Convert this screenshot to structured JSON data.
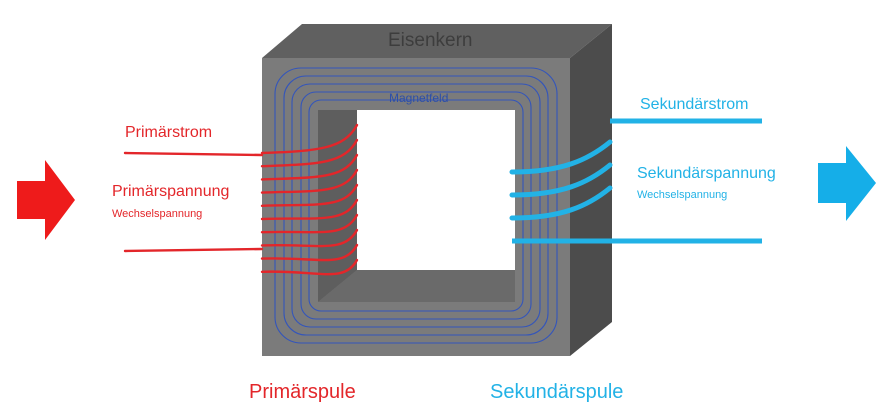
{
  "labels": {
    "core": "Eisenkern",
    "magnetic_field": "Magnetfeld",
    "primary_current": "Primärstrom",
    "primary_voltage": "Primärspannung",
    "primary_ac": "Wechselspannung",
    "secondary_current": "Sekundärstrom",
    "secondary_voltage": "Sekundärspannung",
    "secondary_ac": "Wechselspannung",
    "primary_coil": "Primärspule",
    "secondary_coil": "Sekundärspule"
  },
  "colors": {
    "primary": "#e3262a",
    "secondary": "#22b2e6",
    "core_front": "#7b7b7b",
    "core_top": "#606060",
    "core_side": "#4c4c4c",
    "field_lines": "#3355bb"
  },
  "icons": {
    "input_arrow": "right-arrow-icon",
    "output_arrow": "right-arrow-icon"
  }
}
